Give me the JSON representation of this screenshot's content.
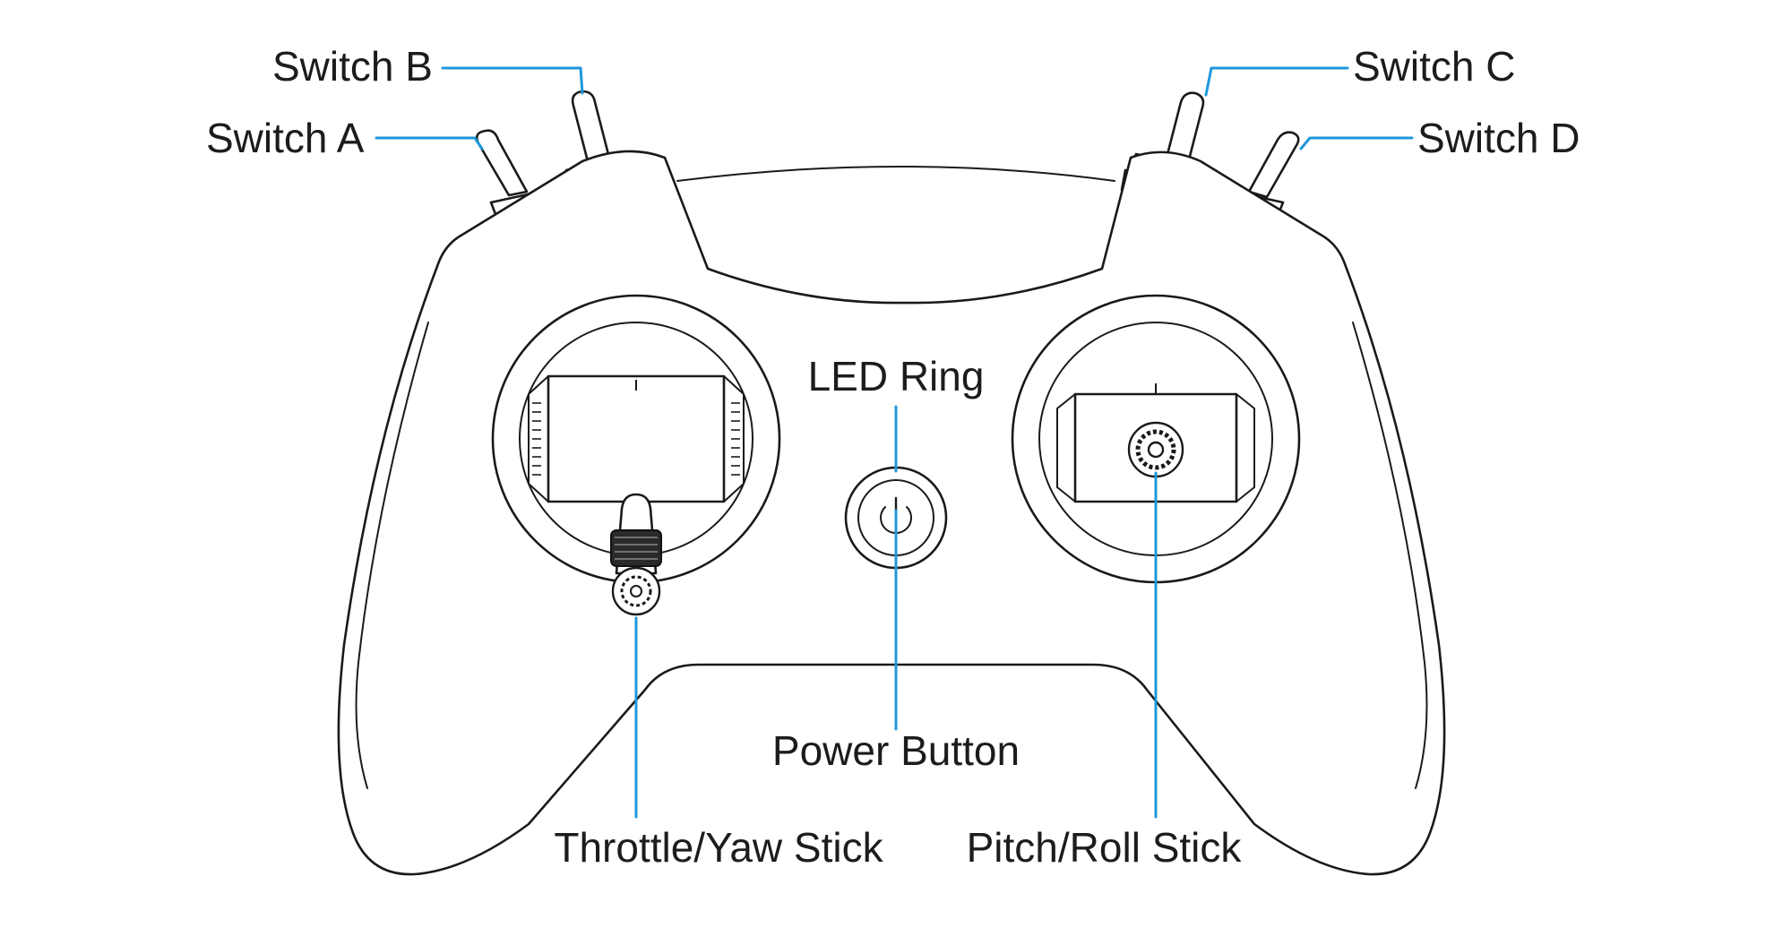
{
  "labels": {
    "switch_a": "Switch A",
    "switch_b": "Switch B",
    "switch_c": "Switch C",
    "switch_d": "Switch D",
    "led_ring": "LED Ring",
    "power_button": "Power Button",
    "throttle_yaw_stick": "Throttle/Yaw Stick",
    "pitch_roll_stick": "Pitch/Roll Stick"
  },
  "colors": {
    "leader": "#1f97dc",
    "outline": "#1a1a1a",
    "background": "#ffffff"
  },
  "icons": {
    "power": "power-icon"
  }
}
